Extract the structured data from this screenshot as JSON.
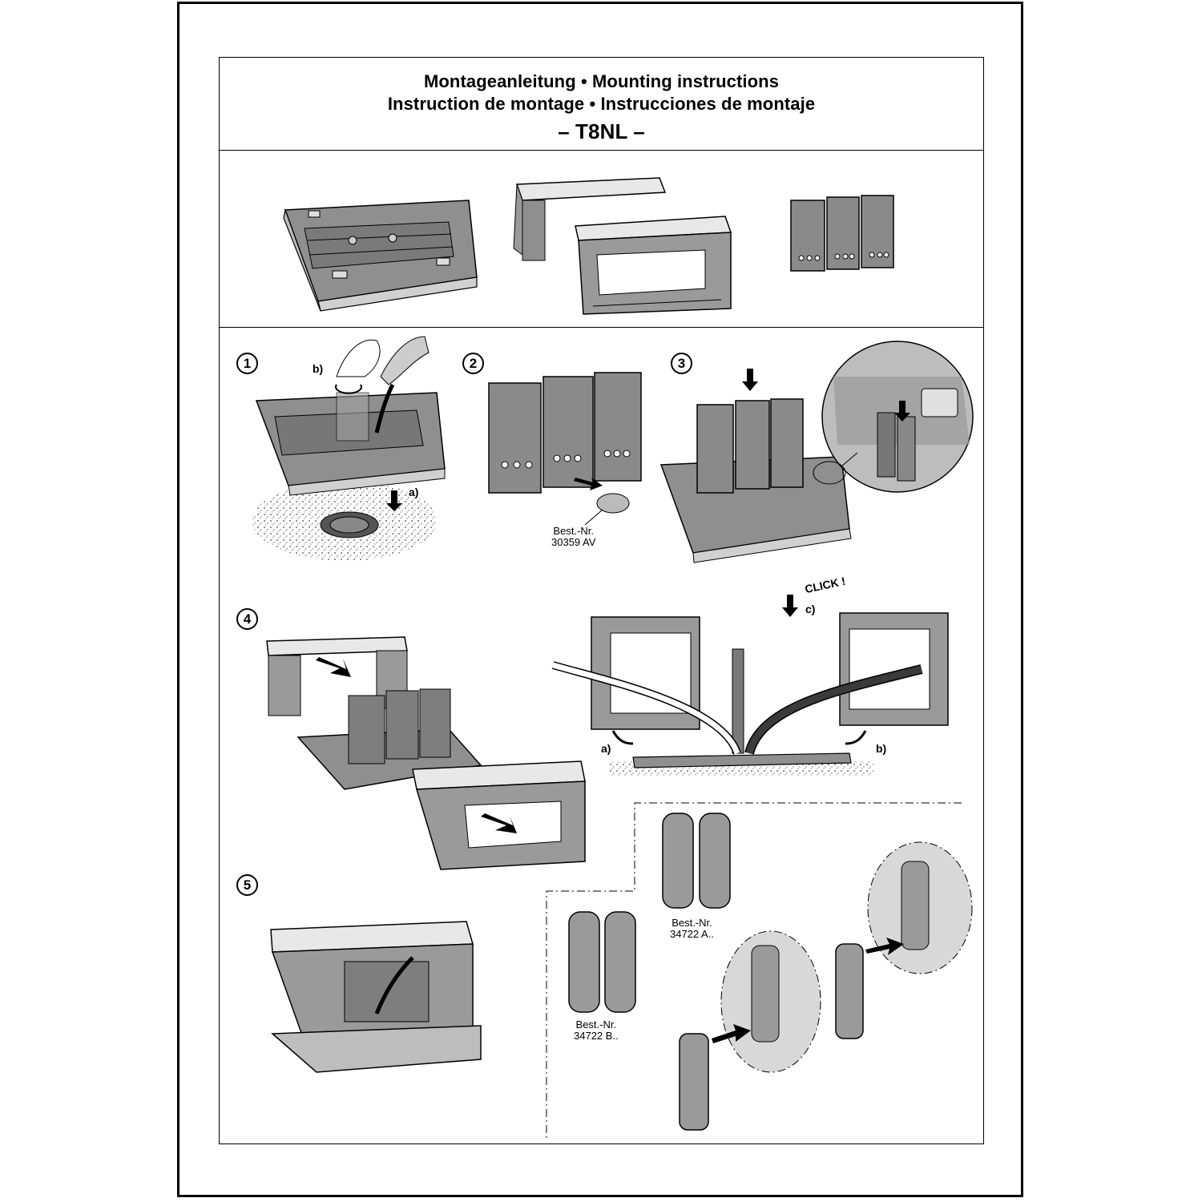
{
  "header": {
    "line1": "Montageanleitung • Mounting instructions",
    "line2": "Instruction de montage • Instrucciones de montaje",
    "model": "– T8NL –"
  },
  "steps": [
    "1",
    "2",
    "3",
    "4",
    "5"
  ],
  "labels": {
    "step1_b": "b)",
    "step1_a": "a)",
    "step2_order": "Best.-Nr.\n30359 AV",
    "click": "CLICK !",
    "step4_c": "c)",
    "step4_a": "a)",
    "step4_b": "b)",
    "order_a": "Best.-Nr.\n34722 A..",
    "order_b": "Best.-Nr.\n34722 B.."
  },
  "colors": {
    "part_fill": "#8f8f8f",
    "part_dark": "#6e6e6e",
    "part_light": "#e4e4e4",
    "line": "#000000"
  }
}
